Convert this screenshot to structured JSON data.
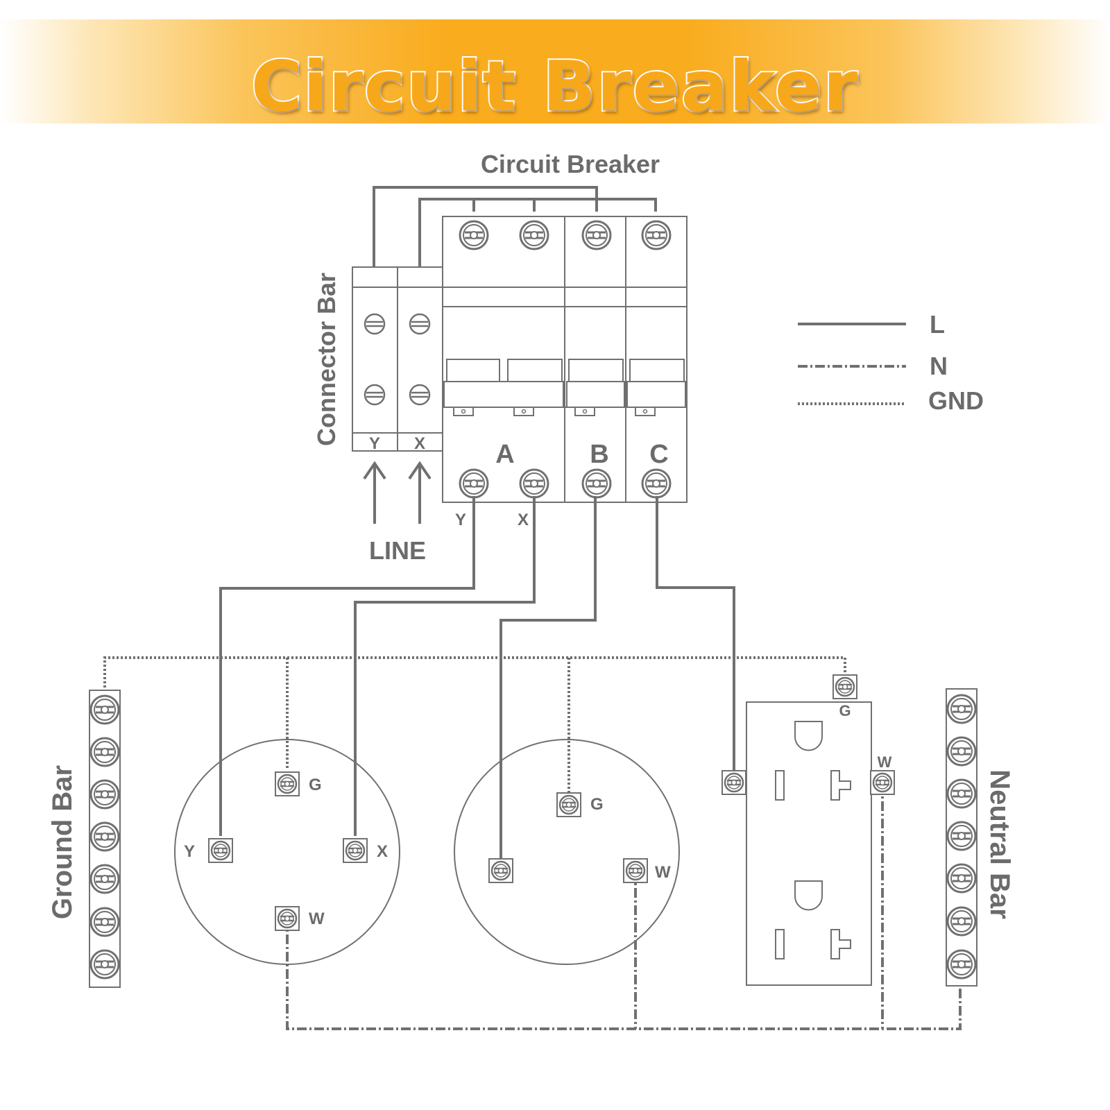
{
  "banner": {
    "title": "Circuit Breaker"
  },
  "breaker": {
    "label": "Circuit Breaker",
    "poles": [
      "A",
      "B",
      "C"
    ],
    "output_terminals": [
      "Y",
      "X"
    ]
  },
  "connector_bar": {
    "label": "Connector Bar",
    "terminals": [
      "Y",
      "X"
    ],
    "line_label": "LINE"
  },
  "legend": {
    "items": [
      {
        "label": "L",
        "style": "solid"
      },
      {
        "label": "N",
        "style": "dash-dot"
      },
      {
        "label": "GND",
        "style": "dotted"
      }
    ]
  },
  "ground_bar": {
    "label": "Ground Bar"
  },
  "neutral_bar": {
    "label": "Neutral Bar"
  },
  "receptacle_1": {
    "terminals": {
      "y": "Y",
      "x": "X",
      "g": "G",
      "w": "W"
    }
  },
  "receptacle_2": {
    "terminals": {
      "g": "G",
      "w": "W"
    }
  },
  "outlet": {
    "terminals": {
      "g": "G",
      "w": "W"
    }
  },
  "colors": {
    "banner": "#f9ac1e",
    "line": "#707070",
    "text": "#6b6b6b"
  }
}
